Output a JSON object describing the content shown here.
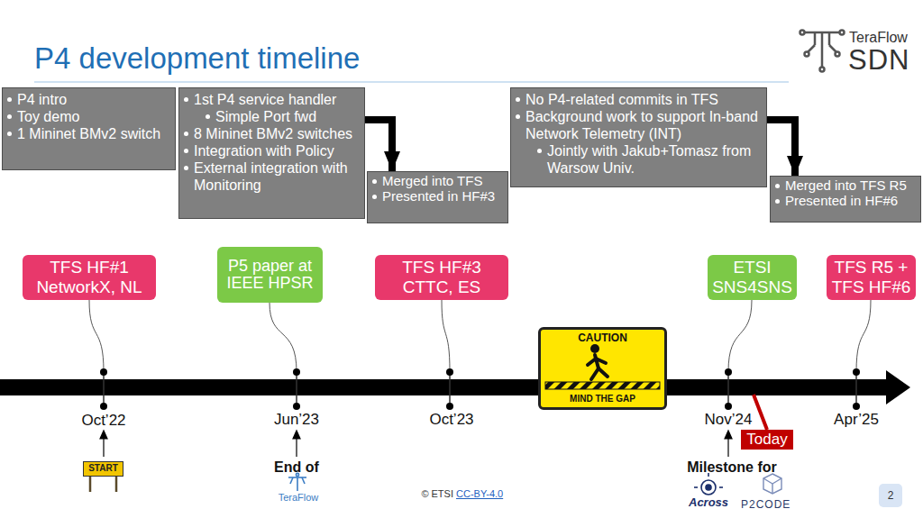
{
  "diagram": {
    "title": "P4 development timeline",
    "nodes": [
      {
        "text": [
          "P4 intro",
          "Toy demo",
          "1 Mininet BMv2 switch"
        ]
      },
      {
        "text": [
          "1st P4 service handler",
          "Simple Port fwd",
          "8 Mininet BMv2 switches",
          "Integration with Policy",
          "External integration with Monitoring"
        ]
      },
      {
        "text": [
          "Merged into TFS",
          "Presented in HF#3"
        ]
      },
      {
        "text": [
          "No P4-related commits in TFS",
          "Background work to support In-band Network Telemetry (INT)",
          "Jointly with Jakub+Tomasz from Warsow Univ."
        ]
      },
      {
        "text": [
          "Merged into TFS R5",
          "Presented in HF#6"
        ]
      },
      {
        "text": [
          "TFS HF#1 NetworkX, NL"
        ]
      },
      {
        "text": [
          "P5 paper at IEEE HPSR"
        ]
      },
      {
        "text": [
          "TFS HF#3 CTTC, ES"
        ]
      },
      {
        "text": [
          "ETSI SNS4SNS"
        ]
      },
      {
        "text": [
          "TFS R5 + TFS HF#6"
        ]
      },
      {
        "text": [
          "CAUTION",
          "MIND THE GAP"
        ]
      },
      {
        "text": [
          "Today"
        ]
      },
      {
        "text": [
          "START"
        ]
      },
      {
        "text": [
          "2"
        ]
      }
    ],
    "edges": [
      {
        "from": 1,
        "to": 2,
        "arrow": "to"
      },
      {
        "from": 3,
        "to": 4,
        "arrow": "to"
      }
    ],
    "labels": [
      "TeraFlow",
      "SDN",
      "Oct’22",
      "Jun’23",
      "Oct’23",
      "Nov’24",
      "Apr’25",
      "End of",
      "TeraFlow",
      "Milestone for",
      "Across",
      "P2CODE",
      "© ETSI",
      "CC-BY-4.0"
    ]
  }
}
